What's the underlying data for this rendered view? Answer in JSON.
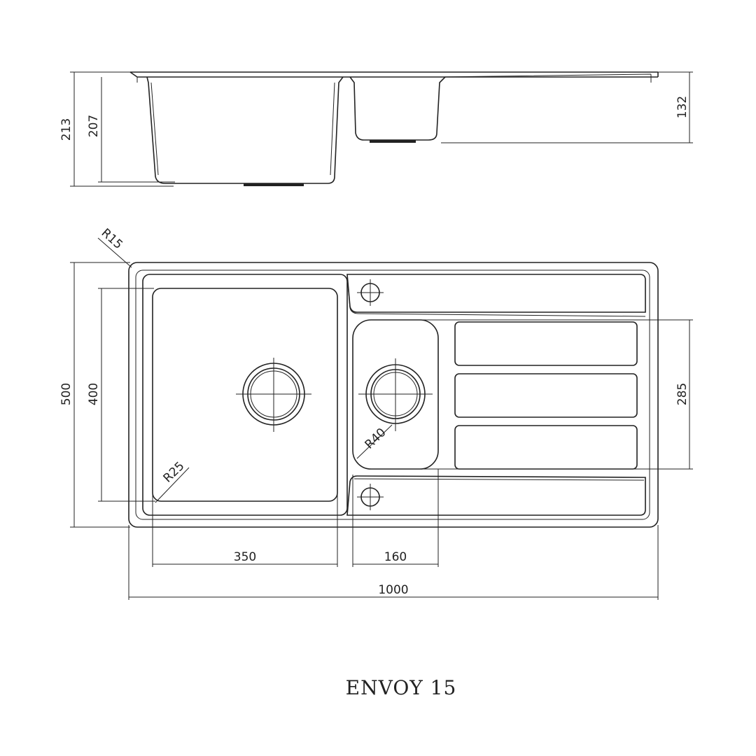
{
  "title": "ENVOY 15",
  "side_view": {
    "overall_height": "213",
    "bowl_depth": "207",
    "small_bowl_depth": "132"
  },
  "top_view": {
    "corner_radius": "R15",
    "overall_width": "500",
    "bowl_height": "400",
    "small_bowl_height": "285",
    "bowl_radius": "R25",
    "small_bowl_radius": "R40",
    "main_bowl_width": "350",
    "small_bowl_width": "160",
    "overall_length": "1000"
  }
}
